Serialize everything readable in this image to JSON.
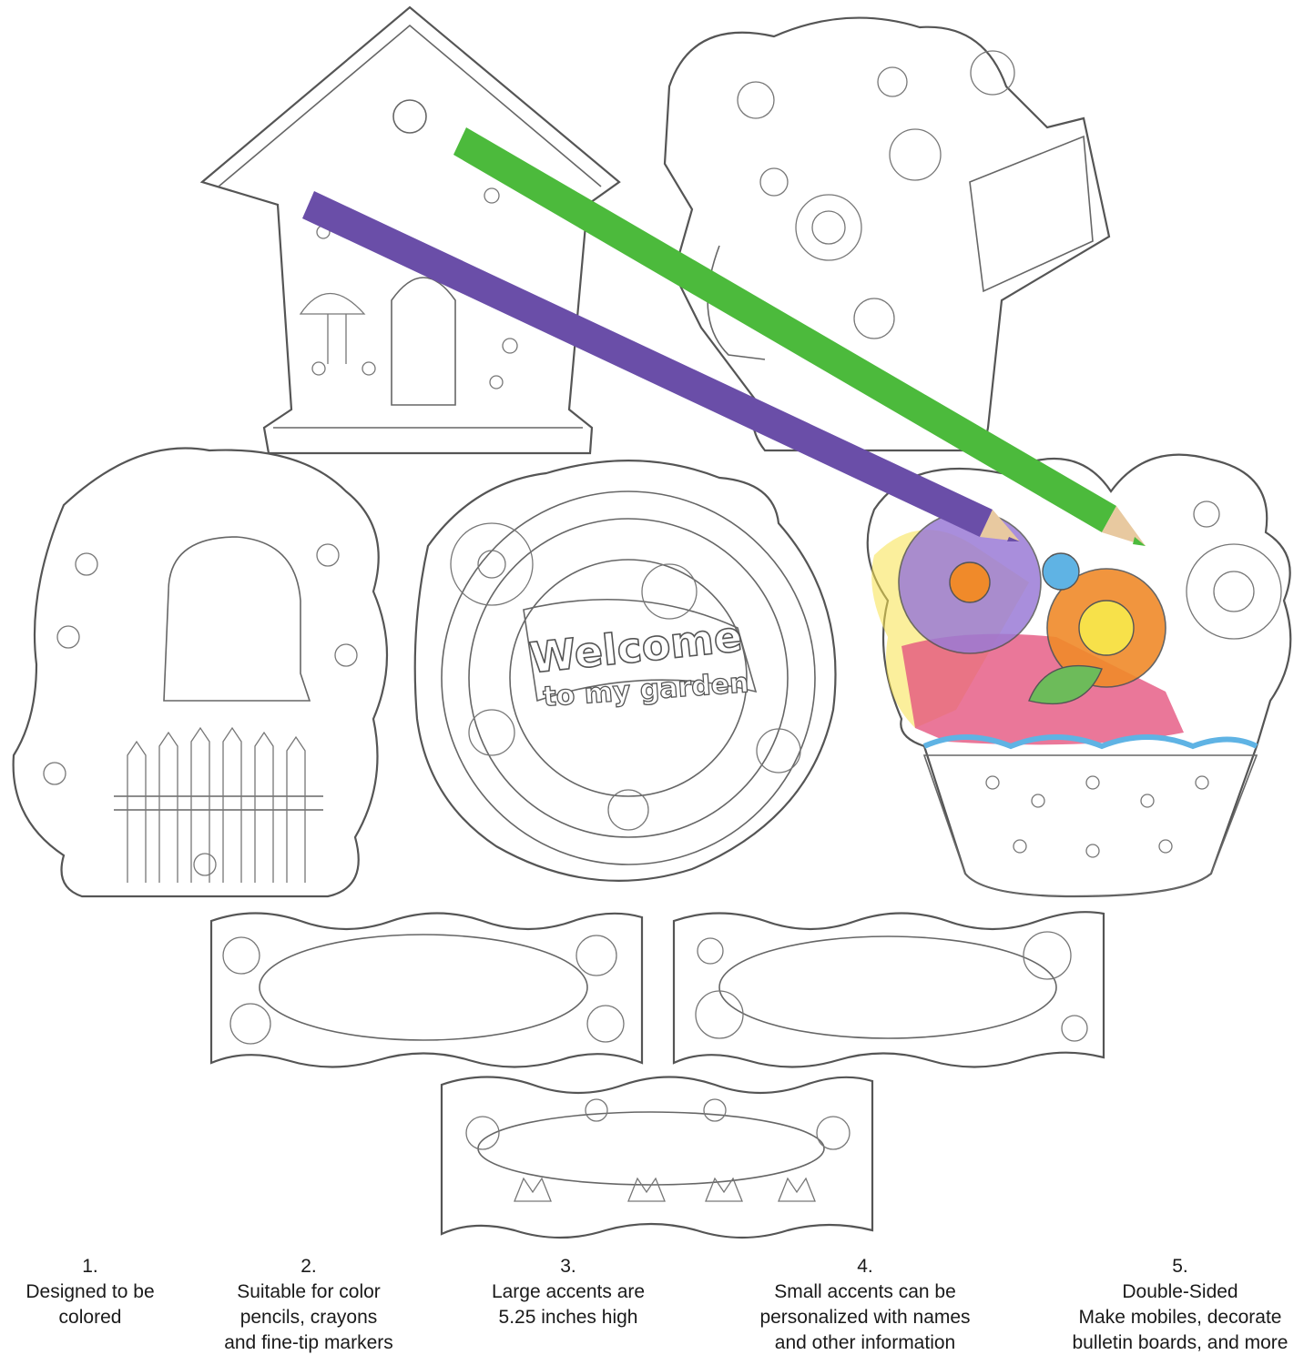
{
  "artwork": {
    "wreath_text_line1": "Welcome",
    "wreath_text_line2": "to my garden",
    "colors": {
      "pencil_green": "#4cba3c",
      "pencil_purple": "#6a4ea8",
      "pot_pink": "#e5557f",
      "pot_rim_blue": "#5fb3e4",
      "flower_purple": "#9b7bd6",
      "flower_orange": "#f08a2a",
      "highlight_yellow": "#f7e14a",
      "leaf_green": "#6dbb5a"
    }
  },
  "features": [
    {
      "number": "1.",
      "lines": [
        "Designed to be",
        "colored"
      ]
    },
    {
      "number": "2.",
      "lines": [
        "Suitable for color",
        "pencils, crayons",
        "and fine-tip markers"
      ]
    },
    {
      "number": "3.",
      "lines": [
        "Large accents are",
        "5.25 inches high"
      ]
    },
    {
      "number": "4.",
      "lines": [
        "Small accents can be",
        "personalized with names",
        "and other information"
      ]
    },
    {
      "number": "5.",
      "lines": [
        "Double-Sided",
        "Make mobiles, decorate",
        "bulletin boards, and more"
      ]
    }
  ]
}
